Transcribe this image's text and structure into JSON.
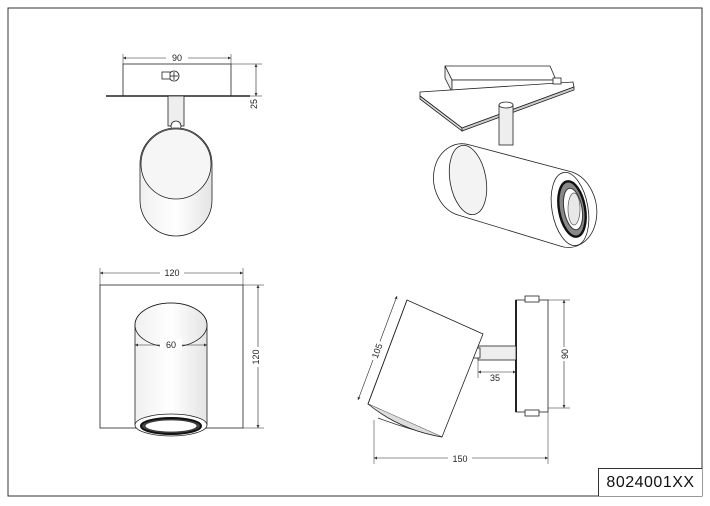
{
  "drawing": {
    "part_number": "8024001XX",
    "views": {
      "front_top": {
        "width_label": "90",
        "height_label": "25"
      },
      "front_bottom": {
        "plate_width_label": "120",
        "plate_height_label": "120",
        "cylinder_diameter_label": "60"
      },
      "side": {
        "length_label": "105",
        "plate_height_label": "90",
        "arm_label": "35",
        "total_width_label": "150"
      }
    }
  }
}
